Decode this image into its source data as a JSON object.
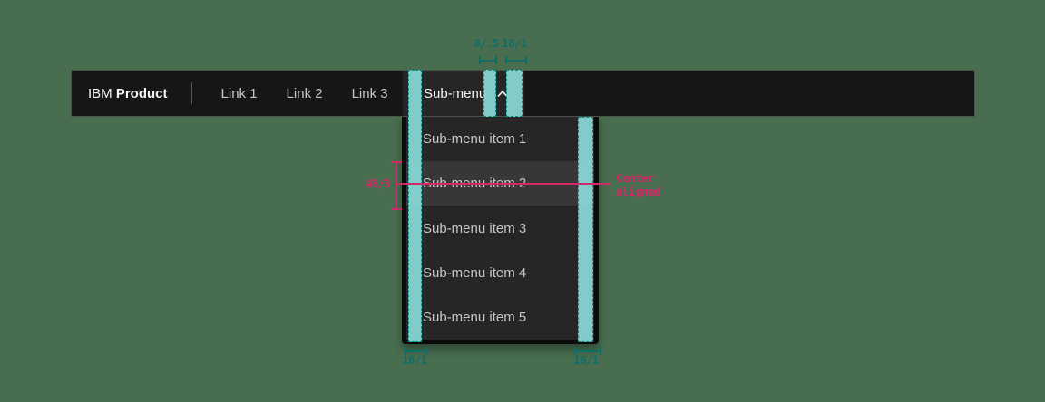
{
  "canvas": {
    "background": "#486e4f"
  },
  "header": {
    "brand": {
      "prefix": "IBM",
      "name": "Product"
    },
    "links": [
      {
        "label": "Link 1"
      },
      {
        "label": "Link 2"
      },
      {
        "label": "Link 3"
      }
    ],
    "submenu": {
      "label": "Sub-menu",
      "state": "expanded",
      "chevron_icon": "chevron-up"
    }
  },
  "dropdown": {
    "items": [
      "Sub-menu item 1",
      "Sub-menu item 2",
      "Sub-menu item 3",
      "Sub-menu item 4",
      "Sub-menu item 5"
    ],
    "highlighted_item": "Sub-menu item 2"
  },
  "annotations": {
    "colors": {
      "teal": "#0d6e69",
      "teal_fill": "#8ad8d5",
      "pink": "#d12a6a"
    },
    "spacing_top": [
      {
        "label": "8/.5"
      },
      {
        "label": "16/1"
      }
    ],
    "spacing_bottom_left": {
      "label": "16/1"
    },
    "spacing_bottom_right": {
      "label": "16/1"
    },
    "item_height": {
      "label": "48/3"
    },
    "alignment_note": {
      "line1": "Center",
      "line2": "aligned"
    }
  }
}
